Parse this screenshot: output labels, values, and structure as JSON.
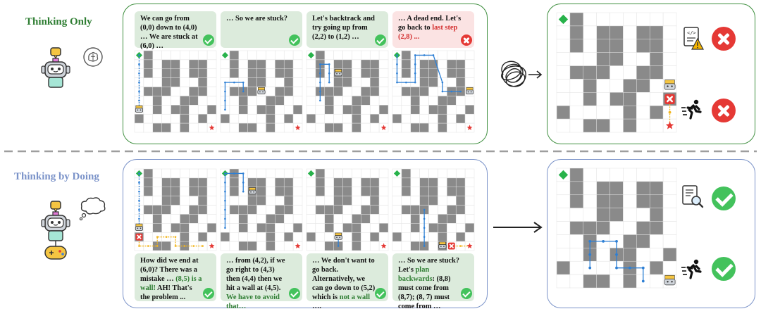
{
  "rows": {
    "top": {
      "label": "Thinking Only",
      "color": "#2e7d32"
    },
    "bottom": {
      "label": "Thinking by Doing",
      "color": "#7b93c9"
    }
  },
  "top_bubbles": [
    {
      "text_parts": [
        {
          "t": "We can go from (0,0) down to  (4,0) … We are stuck at (6,0) …",
          "s": ""
        }
      ],
      "status": "ok"
    },
    {
      "text_parts": [
        {
          "t": "… So we are stuck?",
          "s": ""
        }
      ],
      "status": "ok"
    },
    {
      "text_parts": [
        {
          "t": "Let's backtrack and try going up from (2,2) to (1,2) …",
          "s": ""
        }
      ],
      "status": "ok"
    },
    {
      "text_parts": [
        {
          "t": "… A dead end. Let's go back to ",
          "s": ""
        },
        {
          "t": "last step (2,8) ...",
          "s": "red"
        }
      ],
      "status": "bad"
    }
  ],
  "bottom_bubbles": [
    {
      "text_parts": [
        {
          "t": "How did we end at (6,0)? There was a mistake … ",
          "s": ""
        },
        {
          "t": "(8,5) is a wall!",
          "s": "green"
        },
        {
          "t": " AH! That's the problem ...",
          "s": ""
        }
      ],
      "status": "ok"
    },
    {
      "text_parts": [
        {
          "t": "… from (4,2), if we go right to (4,3) then (4,4) then we hit a wall at (4,5). ",
          "s": ""
        },
        {
          "t": "We have to avoid that…",
          "s": "green"
        }
      ],
      "status": "ok"
    },
    {
      "text_parts": [
        {
          "t": "… We don't  want to go back. Alternatively, we can go down to (5,2) which is ",
          "s": ""
        },
        {
          "t": "not a wall",
          "s": "green"
        },
        {
          "t": " ….",
          "s": ""
        }
      ],
      "status": "ok"
    },
    {
      "text_parts": [
        {
          "t": "… So we are stuck? Let's ",
          "s": ""
        },
        {
          "t": "plan backwards",
          "s": "green"
        },
        {
          "t": ": (8,8) must come from (8,7); (8, 7) must come from …",
          "s": ""
        }
      ],
      "status": "ok"
    }
  ],
  "icons": {
    "robot_top": "robot-thinking-icon",
    "brain": "brain-icon",
    "robot_bottom": "robot-gamepad-icon",
    "scribble": "tangled-scribble-icon",
    "code_doc_warning": "code-document-warning-icon",
    "doc_search": "document-search-icon",
    "runner": "running-person-icon"
  },
  "colors": {
    "top_border": "#3f8f3f",
    "bottom_border": "#7b93c9",
    "bubble_green": "#dcebdc",
    "bubble_red": "#fbe3e3",
    "wall": "#8a8a8a",
    "path_blue": "#2d7fd4",
    "path_yellow": "#f2b51c",
    "start_green": "#27b24a",
    "goal_red": "#e53935"
  }
}
